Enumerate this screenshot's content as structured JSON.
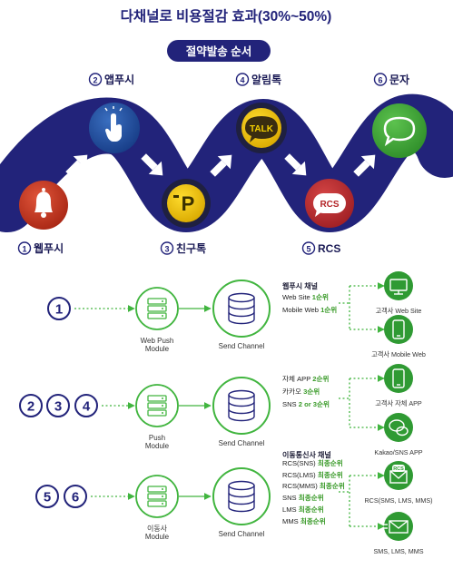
{
  "title": "다채널로 비용절감 효과(30%~50%)",
  "subtitle_pill": "절약발송 순서",
  "colors": {
    "navy": "#22237a",
    "navy_dark": "#1a1a66",
    "green": "#39a83c",
    "green_text": "#3b9b2a",
    "red": "#c53a25",
    "blue_circle": "#1f4fa0",
    "yellow": "#f2c300",
    "olive": "#6b6b00",
    "kakao_yellow": "#f5d000",
    "line_green": "#41b53f"
  },
  "steps": [
    {
      "num": "1",
      "label": "웹푸시",
      "icon": "bell-icon"
    },
    {
      "num": "2",
      "label": "앱푸시",
      "icon": "tap-hand-icon"
    },
    {
      "num": "3",
      "label": "친구톡",
      "icon": "friend-talk-icon"
    },
    {
      "num": "4",
      "label": "알림톡",
      "icon": "talk-bubble-icon"
    },
    {
      "num": "5",
      "label": "RCS",
      "icon": "rcs-icon"
    },
    {
      "num": "6",
      "label": "문자",
      "icon": "chat-bubble-icon"
    }
  ],
  "badge_texts": {
    "p": "P",
    "talk": "TALK",
    "rcs": "RCS"
  },
  "rows": [
    {
      "badges": [
        "1"
      ],
      "module_label_1": "Web Push",
      "module_label_2": "Module",
      "send_label": "Send Channel",
      "channel_title": "웹푸시 채널",
      "channel_lines": [
        {
          "name": "Web Site ",
          "rank": "1순위"
        },
        {
          "name": "Mobile Web ",
          "rank": "1순위"
        }
      ],
      "targets": [
        {
          "label": "고객사 Web Site",
          "icon": "monitor-icon"
        },
        {
          "label": "고객사 Mobile Web",
          "icon": "smartphone-icon"
        }
      ]
    },
    {
      "badges": [
        "2",
        "3",
        "4"
      ],
      "module_label_1": "Push",
      "module_label_2": "Module",
      "send_label": "Send Channel",
      "channel_title": "",
      "channel_lines": [
        {
          "name": "자체 APP ",
          "rank": "2순위"
        },
        {
          "name": "카카오 ",
          "rank": "3순위"
        },
        {
          "name": "SNS ",
          "rank": "2 or 3순위"
        }
      ],
      "targets": [
        {
          "label": "고객사 자체 APP",
          "icon": "smartphone-icon"
        },
        {
          "label": "Kakao/SNS APP",
          "icon": "speech-bubbles-icon"
        }
      ]
    },
    {
      "badges": [
        "5",
        "6"
      ],
      "module_label_1": "이동사",
      "module_label_2": "Module",
      "send_label": "Send Channel",
      "channel_title": "이동통신사 채널",
      "channel_lines": [
        {
          "name": "RCS(SNS) ",
          "rank": "최종순위"
        },
        {
          "name": "RCS(LMS) ",
          "rank": "최종순위"
        },
        {
          "name": "RCS(MMS) ",
          "rank": "최종순위"
        },
        {
          "name": "SNS ",
          "rank": "최종순위"
        },
        {
          "name": "LMS ",
          "rank": "최종순위"
        },
        {
          "name": "MMS ",
          "rank": "최종순위"
        }
      ],
      "targets": [
        {
          "label": "RCS(SMS, LMS, MMS)",
          "icon": "rcs-envelope-icon"
        },
        {
          "label": "SMS, LMS, MMS",
          "icon": "envelope-icon"
        }
      ]
    }
  ]
}
